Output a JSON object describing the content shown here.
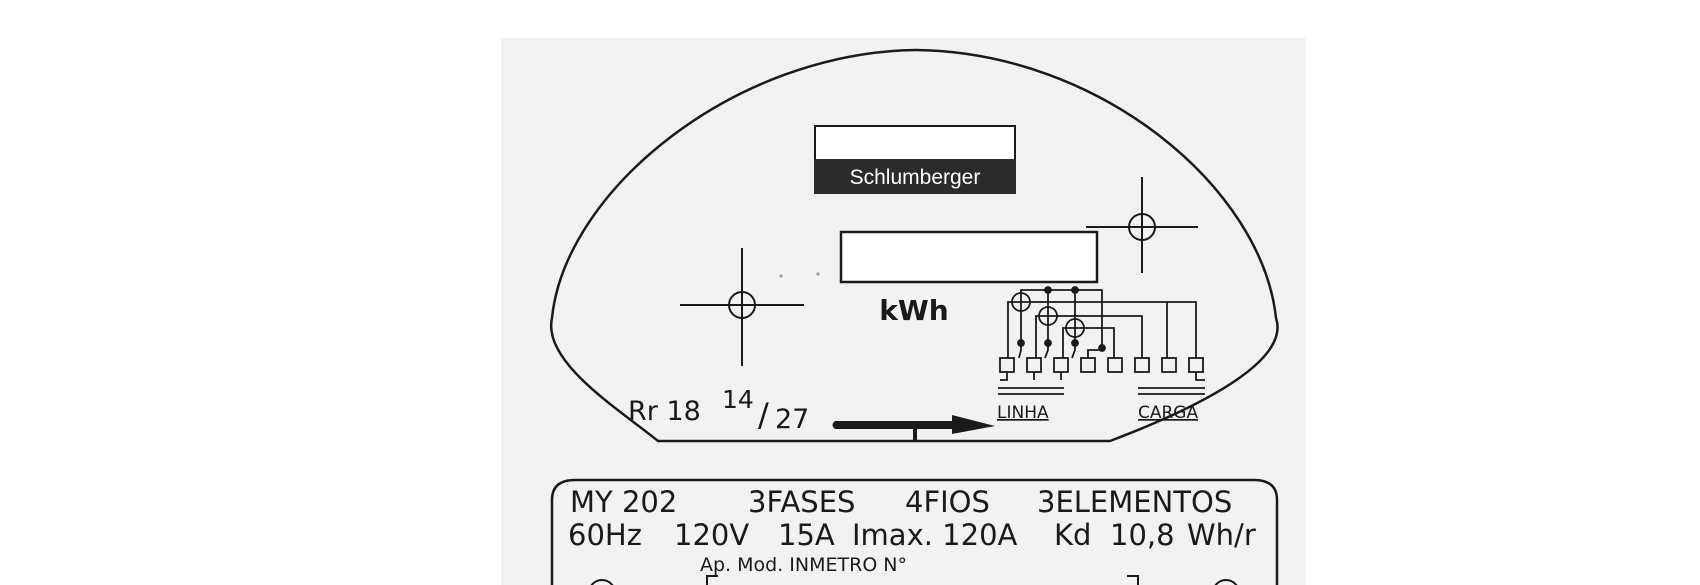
{
  "brand": {
    "name": "Schlumberger",
    "colors": {
      "brand_fill": "#2b2b2b",
      "brand_text": "#ffffff",
      "plate_background": "#f2f2f2",
      "ink": "#1a1a1a"
    }
  },
  "register": {
    "unit": "kWh"
  },
  "gear_ratio": {
    "prefix": "Rr 18",
    "numerator": "14",
    "separator": "/",
    "denominator": "27"
  },
  "terminals": {
    "line_label": "LINHA",
    "load_label": "CARGA",
    "count": 8
  },
  "nameplate": {
    "line1": {
      "model": "MY 202",
      "phases": "3FASES",
      "wires": "4FIOS",
      "elements": "3ELEMENTOS"
    },
    "line2": {
      "frequency": "60Hz",
      "voltage": "120V",
      "current": "15A",
      "imax": "Imax. 120A",
      "kd_label": "Kd",
      "kd_value": "10,8",
      "kd_unit": "Wh/r"
    },
    "approval_label": "Ap. Mod. INMETRO N°"
  }
}
